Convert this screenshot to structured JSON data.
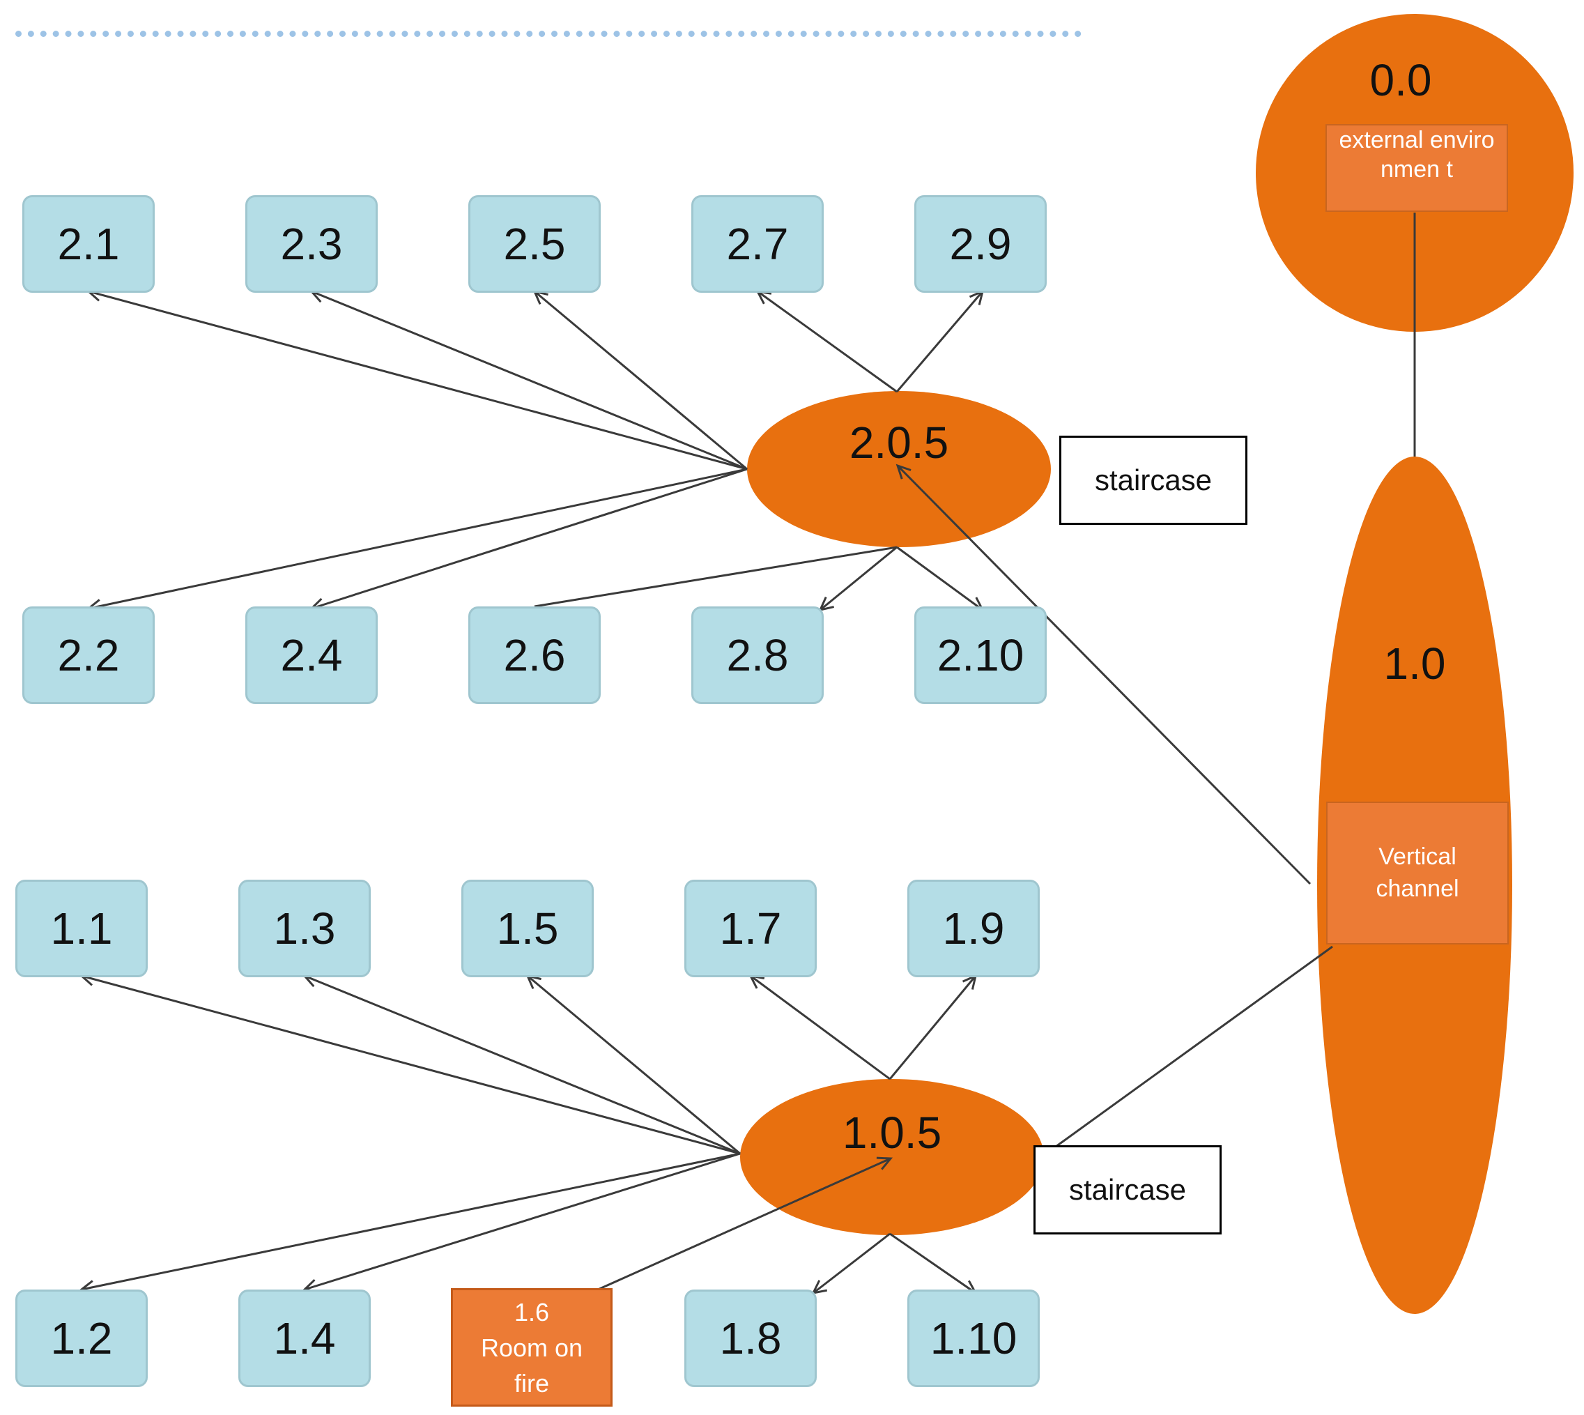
{
  "nodes": {
    "external": {
      "label": "0.0",
      "sublabel": "external environmen t"
    },
    "vertical": {
      "label": "1.0",
      "sublabel": "Vertical channel"
    },
    "floor2_hub": {
      "label": "2.0.5",
      "tag": "staircase"
    },
    "floor1_hub": {
      "label": "1.0.5",
      "tag": "staircase"
    }
  },
  "floor2_rooms": {
    "top": [
      "2.1",
      "2.3",
      "2.5",
      "2.7",
      "2.9"
    ],
    "bottom": [
      "2.2",
      "2.4",
      "2.6",
      "2.8",
      "2.10"
    ]
  },
  "floor1_rooms": {
    "top": [
      "1.1",
      "1.3",
      "1.5",
      "1.7",
      "1.9"
    ],
    "bottom": [
      "1.2",
      "1.4",
      "1.6",
      "1.8",
      "1.10"
    ]
  },
  "fire_room": {
    "number": "1.6",
    "line1": "Room on",
    "line2": "fire"
  },
  "colors": {
    "hub": "#e8700f",
    "room_fill": "#b4dde6",
    "fire_fill": "#ec7b35",
    "edge": "#3a3a3a",
    "rule": "#9dc3e6"
  },
  "icons": [
    "arrowhead"
  ]
}
